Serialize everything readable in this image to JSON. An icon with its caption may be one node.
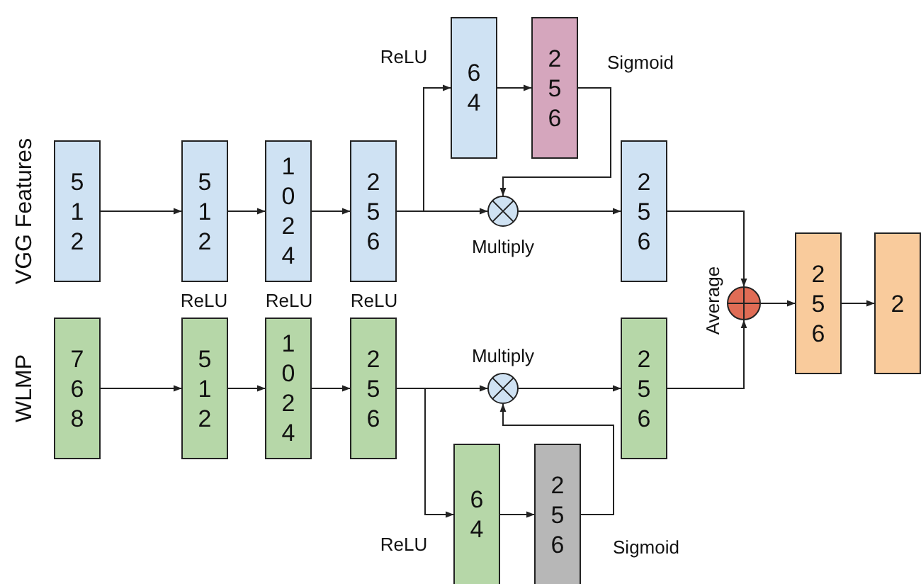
{
  "diagram": {
    "nodes": [
      {
        "text": [
          "512"
        ]
      },
      {
        "text": [
          "512"
        ]
      },
      {
        "text": [
          "1024"
        ]
      },
      {
        "text": [
          "256"
        ]
      },
      {
        "text": [
          "64"
        ]
      },
      {
        "text": [
          "256"
        ]
      },
      {
        "text": [],
        "shape": "circle",
        "beside": [
          "Multiply"
        ]
      },
      {
        "text": [
          "256"
        ]
      },
      {
        "text": [
          "768"
        ]
      },
      {
        "text": [
          "512"
        ]
      },
      {
        "text": [
          "1024"
        ]
      },
      {
        "text": [
          "256"
        ]
      },
      {
        "text": [],
        "shape": "circle",
        "beside": [
          "Multiply"
        ]
      },
      {
        "text": [
          "256"
        ]
      },
      {
        "text": [
          "64"
        ]
      },
      {
        "text": [
          "256"
        ]
      },
      {
        "text": [],
        "shape": "circle",
        "beside": [
          "Average"
        ]
      },
      {
        "text": [
          "256"
        ]
      },
      {
        "text": [
          "2"
        ]
      }
    ],
    "edges": [
      {
        "from": 0,
        "to": 1,
        "arrow": "to"
      },
      {
        "from": 1,
        "to": 2,
        "arrow": "to"
      },
      {
        "from": 2,
        "to": 3,
        "arrow": "to"
      },
      {
        "from": 3,
        "to": 4,
        "arrow": "to"
      },
      {
        "from": 4,
        "to": 5,
        "arrow": "to"
      },
      {
        "from": 3,
        "to": 6,
        "arrow": "to"
      },
      {
        "from": 5,
        "to": 6,
        "arrow": "to"
      },
      {
        "from": 6,
        "to": 7,
        "arrow": "to"
      },
      {
        "from": 7,
        "to": 16,
        "arrow": "to"
      },
      {
        "from": 8,
        "to": 9,
        "arrow": "to"
      },
      {
        "from": 9,
        "to": 10,
        "arrow": "to"
      },
      {
        "from": 10,
        "to": 11,
        "arrow": "to"
      },
      {
        "from": 11,
        "to": 12,
        "arrow": "to"
      },
      {
        "from": 11,
        "to": 14,
        "arrow": "to"
      },
      {
        "from": 14,
        "to": 15,
        "arrow": "to"
      },
      {
        "from": 15,
        "to": 12,
        "arrow": "to"
      },
      {
        "from": 12,
        "to": 13,
        "arrow": "to"
      },
      {
        "from": 13,
        "to": 16,
        "arrow": "to"
      },
      {
        "from": 16,
        "to": 17,
        "arrow": "to"
      },
      {
        "from": 17,
        "to": 18,
        "arrow": "to"
      }
    ],
    "labels": [
      "ReLU",
      "Sigmoid",
      "VGG Features",
      "ReLU",
      "ReLU",
      "ReLU",
      "WLMP",
      "ReLU",
      "Sigmoid"
    ]
  }
}
